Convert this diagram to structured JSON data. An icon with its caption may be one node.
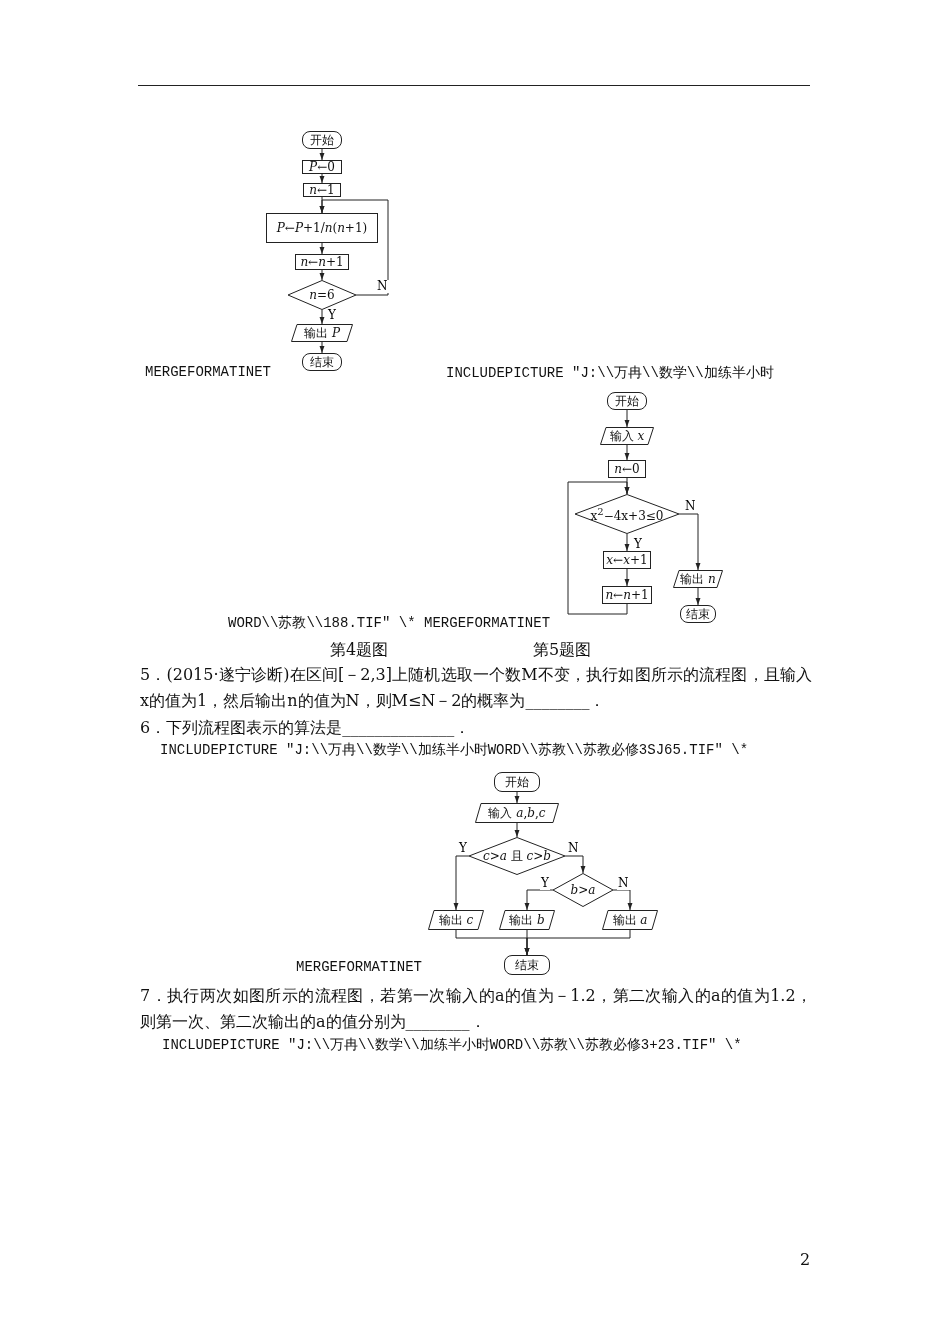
{
  "diagram": {
    "nodes": [
      {
        "text": [
          "开始"
        ]
      },
      {
        "text": [
          "*P*←0"
        ]
      },
      {
        "text": [
          "*n*←1"
        ]
      },
      {
        "text": [
          "*P*←*P*+1/*n*(*n*+1)"
        ]
      },
      {
        "text": [
          "*n*←*n*+1"
        ]
      },
      {
        "text": [
          "*n*=6"
        ]
      },
      {
        "text": [
          "输出 *P*"
        ]
      },
      {
        "text": [
          "结束"
        ]
      },
      {
        "text": [
          "开始"
        ]
      },
      {
        "text": [
          "输入 *x*"
        ]
      },
      {
        "text": [
          "*n*←0"
        ]
      },
      {
        "text": [
          "x$^{2}$−4x+3≤0"
        ]
      },
      {
        "text": [
          "*x*←*x*+1"
        ]
      },
      {
        "text": [
          "*n*←*n*+1"
        ]
      },
      {
        "text": [
          "输出 *n*"
        ]
      },
      {
        "text": [
          "结束"
        ]
      },
      {
        "text": [
          "开始"
        ]
      },
      {
        "text": [
          "输入 *a*,*b*,*c*"
        ]
      },
      {
        "text": [
          "*c*>*a* 且 *c*>*b*"
        ]
      },
      {
        "text": [
          "*b*>*a*"
        ]
      },
      {
        "text": [
          "输出 *c*"
        ]
      },
      {
        "text": [
          "输出 *b*"
        ]
      },
      {
        "text": [
          "输出 *a*"
        ]
      },
      {
        "text": [
          "结束"
        ]
      }
    ],
    "edges": [
      {
        "from": 0,
        "to": 1,
        "arrow": "to"
      },
      {
        "from": 1,
        "to": 2,
        "arrow": "to"
      },
      {
        "from": 2,
        "to": 3,
        "arrow": "to"
      },
      {
        "from": 3,
        "to": 4,
        "arrow": "to"
      },
      {
        "from": 4,
        "to": 5,
        "arrow": "to"
      },
      {
        "from": 5,
        "to": 6,
        "arrow": "to",
        "label": "Y"
      },
      {
        "from": 6,
        "to": 7,
        "arrow": "to"
      },
      {
        "from": 5,
        "to": 3,
        "arrow": "to",
        "label": "N"
      },
      {
        "from": 8,
        "to": 9,
        "arrow": "to"
      },
      {
        "from": 9,
        "to": 10,
        "arrow": "to"
      },
      {
        "from": 10,
        "to": 11,
        "arrow": "to"
      },
      {
        "from": 11,
        "to": 12,
        "arrow": "to",
        "label": "Y"
      },
      {
        "from": 12,
        "to": 13,
        "arrow": "to"
      },
      {
        "from": 13,
        "to": 11,
        "arrow": "to"
      },
      {
        "from": 11,
        "to": 14,
        "arrow": "to",
        "label": "N"
      },
      {
        "from": 14,
        "to": 15,
        "arrow": "to"
      },
      {
        "from": 16,
        "to": 17,
        "arrow": "to"
      },
      {
        "from": 17,
        "to": 18,
        "arrow": "to"
      },
      {
        "from": 18,
        "to": 20,
        "arrow": "to",
        "label": "Y"
      },
      {
        "from": 18,
        "to": 19,
        "arrow": "to",
        "label": "N"
      },
      {
        "from": 19,
        "to": 21,
        "arrow": "to",
        "label": "Y"
      },
      {
        "from": 19,
        "to": 22,
        "arrow": "to",
        "label": "N"
      },
      {
        "from": 20,
        "to": 23,
        "arrow": "to"
      },
      {
        "from": 21,
        "to": 23,
        "arrow": "to"
      },
      {
        "from": 22,
        "to": 23,
        "arrow": "to"
      }
    ],
    "labels": [
      "MERGEFORMATINET",
      "INCLUDEPICTURE  ″J:\\\\万冉\\\\数学\\\\加练半小时",
      "WORD\\\\苏教\\\\188.TIF″ \\* MERGEFORMATINET",
      "第4题图",
      "第5题图",
      "5．(2015·遂宁诊断)在区间[－2,3]上随机选取一个数M不变，执行如图所示的流程图，且输入x的值为1，然后输出n的值为N，则M≤N－2的概率为________．",
      "6．下列流程图表示的算法是______________．",
      "INCLUDEPICTURE  ″J:\\\\万冉\\\\数学\\\\加练半小时WORD\\\\苏教\\\\苏教必修3SJ65.TIF″ \\*",
      "MERGEFORMATINET",
      "7．执行两次如图所示的流程图，若第一次输入的a的值为－1.2，第二次输入的a的值为1.2，则第一次、第二次输出的a的值分别为________．",
      "INCLUDEPICTURE  ″J:\\\\万冉\\\\数学\\\\加练半小时WORD\\\\苏教\\\\苏教必修3+23.TIF″ \\*",
      "2"
    ]
  }
}
